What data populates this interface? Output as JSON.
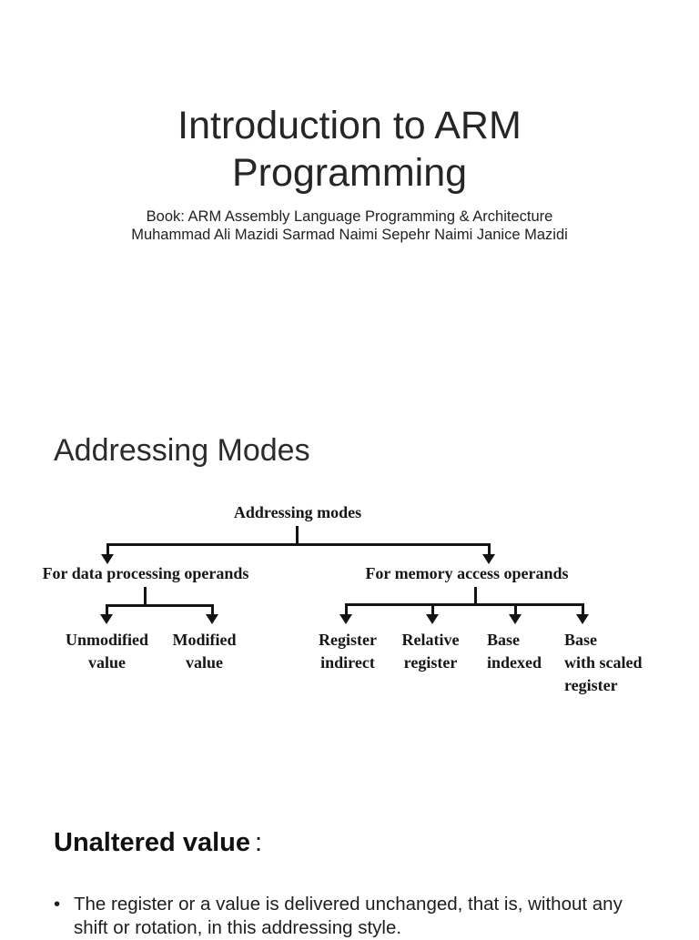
{
  "page": {
    "background": "#ffffff",
    "text_color": "#1f1f1f"
  },
  "title_slide": {
    "title_line1": "Introduction to ARM",
    "title_line2": "Programming",
    "subtitle_line1": "Book: ARM Assembly Language Programming & Architecture",
    "subtitle_line2": "Muhammad Ali Mazidi Sarmad Naimi Sepehr Naimi Janice Mazidi"
  },
  "addressing_modes_slide": {
    "heading": "Addressing Modes",
    "diagram": {
      "root_label": "Addressing modes",
      "branches": [
        {
          "label": "For data processing operands",
          "leaves": [
            {
              "lines": [
                "Unmodified",
                "value"
              ]
            },
            {
              "lines": [
                "Modified",
                "value"
              ]
            }
          ]
        },
        {
          "label": "For memory access operands",
          "leaves": [
            {
              "lines": [
                "Register",
                "indirect"
              ]
            },
            {
              "lines": [
                "Relative",
                "register"
              ]
            },
            {
              "lines": [
                "Base",
                "indexed"
              ]
            },
            {
              "lines": [
                "Base",
                "with scaled",
                "register"
              ]
            }
          ]
        }
      ]
    }
  },
  "unaltered_value_slide": {
    "heading": "Unaltered value",
    "heading_colon": ":",
    "bullet_glyph": "•",
    "bullet_line1": "The register or a value is delivered unchanged, that is, without any",
    "bullet_line2": "shift or rotation, in this addressing style."
  }
}
